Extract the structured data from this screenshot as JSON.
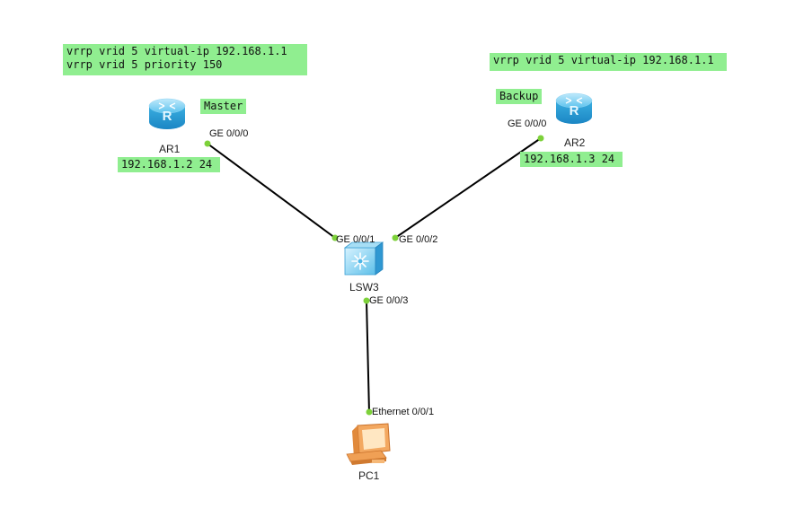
{
  "notes": {
    "ar1_config_line1": "vrrp vrid 5 virtual-ip 192.168.1.1",
    "ar1_config_line2": "vrrp vrid 5 priority 150",
    "ar2_config": "vrrp vrid 5 virtual-ip 192.168.1.1",
    "master_role": "Master",
    "backup_role": "Backup",
    "ar1_ip": "192.168.1.2 24",
    "ar2_ip": "192.168.1.3 24"
  },
  "devices": {
    "ar1": "AR1",
    "ar2": "AR2",
    "lsw3": "LSW3",
    "pc1": "PC1"
  },
  "ports": {
    "ar1_ge000": "GE 0/0/0",
    "ar2_ge000": "GE 0/0/0",
    "lsw3_ge001": "GE 0/0/1",
    "lsw3_ge002": "GE 0/0/2",
    "lsw3_ge003": "GE 0/0/3",
    "pc1_eth": "Ethernet 0/0/1"
  },
  "colors": {
    "note_bg": "#90ee90",
    "port_dot": "#7dd13a",
    "link": "#000000"
  }
}
